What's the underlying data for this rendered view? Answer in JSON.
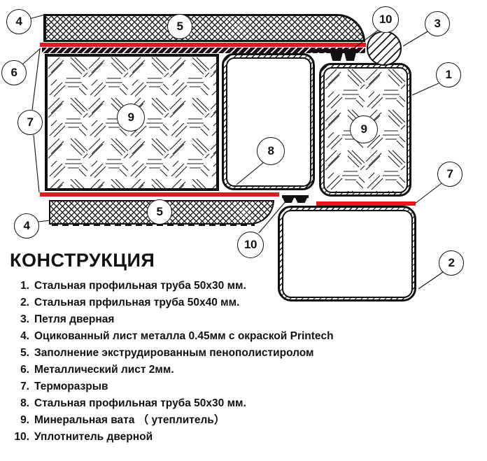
{
  "title": "КОНСТРУКЦИЯ",
  "colors": {
    "thermal_break_red": "#e3191f",
    "drawing_black": "#111111"
  },
  "callouts": {
    "c4a": "4",
    "c5a": "5",
    "c10a": "10",
    "c3": "3",
    "c6": "6",
    "c1": "1",
    "c7a": "7",
    "c9a": "9",
    "c9b": "9",
    "c8": "8",
    "c7b": "7",
    "c4b": "4",
    "c5b": "5",
    "c10b": "10",
    "c2": "2"
  },
  "legend": {
    "heading": "КОНСТРУКЦИЯ",
    "items": [
      {
        "num": "1.",
        "text": "Стальная профильная труба 50x30 мм."
      },
      {
        "num": "2.",
        "text": "Стальная прфильная труба 50x40 мм."
      },
      {
        "num": "3.",
        "text": "Петля дверная"
      },
      {
        "num": "4.",
        "text": "Оцикованный лист металла 0.45мм с окраской Printech"
      },
      {
        "num": "5.",
        "text": "Заполнение экструдированным пенополистиролом"
      },
      {
        "num": "6.",
        "text": "Металлический лист 2мм."
      },
      {
        "num": "7.",
        "text": "Терморазрыв"
      },
      {
        "num": "8.",
        "text": "Стальная профильная труба 50x30 мм."
      },
      {
        "num": "9.",
        "text": "Минеральная вата （ утеплитель）"
      },
      {
        "num": "10.",
        "text": "Уплотнитель дверной"
      }
    ]
  }
}
